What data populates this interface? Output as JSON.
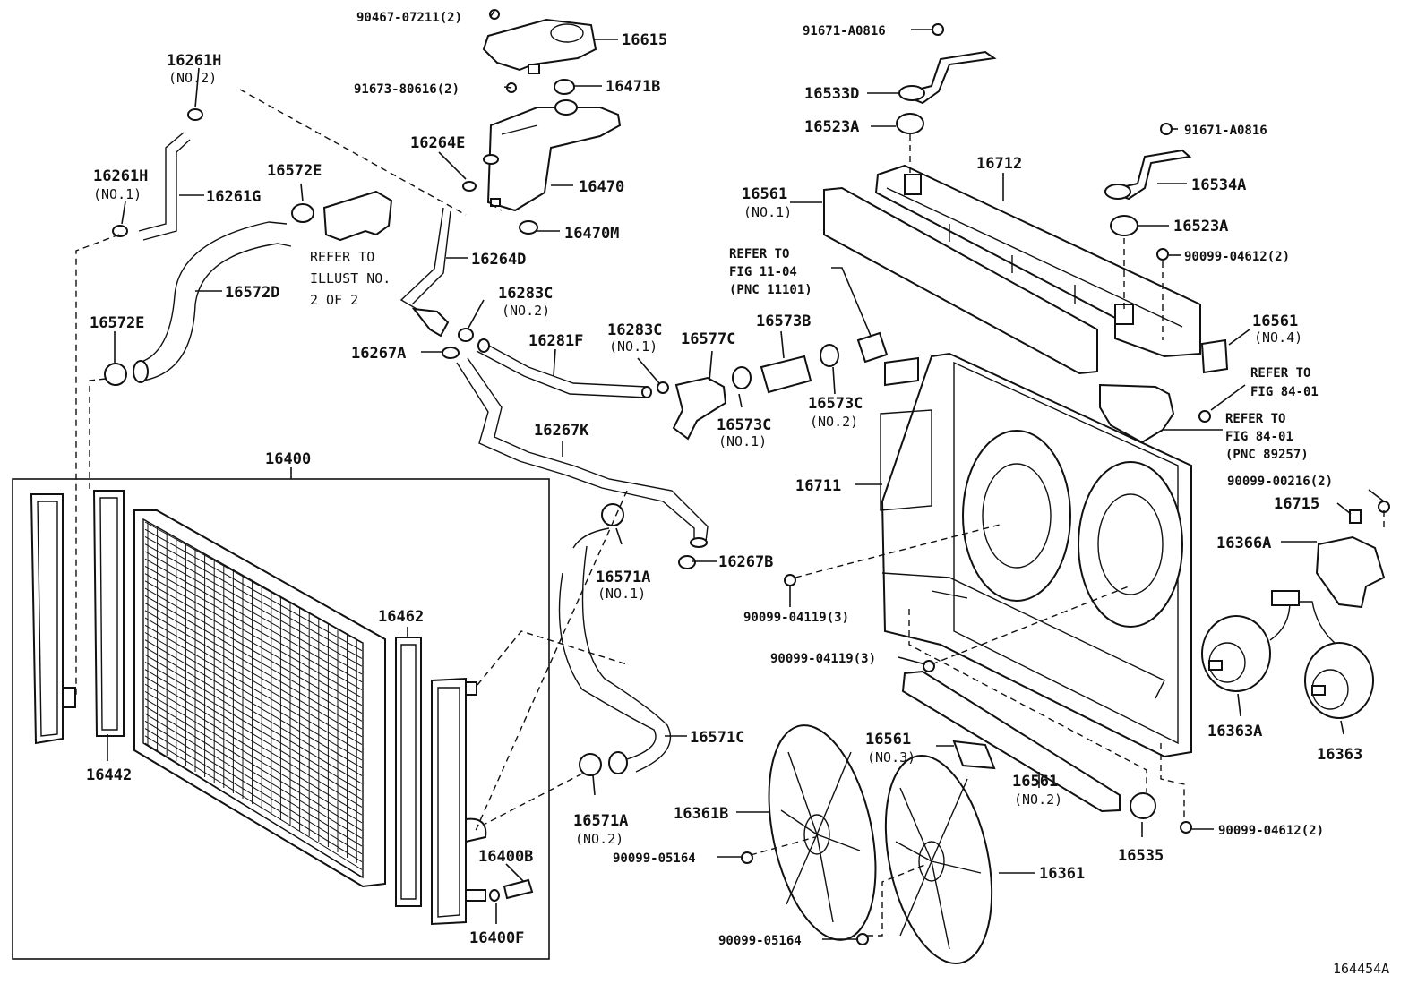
{
  "diagram_id": "164454A",
  "box_label": "16400",
  "labels": [
    {
      "id": "l-90467",
      "text": "90467-07211(2)"
    },
    {
      "id": "l-16615",
      "text": "16615"
    },
    {
      "id": "l-91673",
      "text": "91673-80616(2)"
    },
    {
      "id": "l-16471B",
      "text": "16471B"
    },
    {
      "id": "l-16261H2",
      "text": "16261H"
    },
    {
      "id": "l-16261H2n",
      "text": "(NO.2)"
    },
    {
      "id": "l-16264E",
      "text": "16264E"
    },
    {
      "id": "l-16470",
      "text": "16470"
    },
    {
      "id": "l-16261H1",
      "text": "16261H"
    },
    {
      "id": "l-16261H1n",
      "text": "(NO.1)"
    },
    {
      "id": "l-16572E1",
      "text": "16572E"
    },
    {
      "id": "l-16261G",
      "text": "16261G"
    },
    {
      "id": "l-16470M",
      "text": "16470M"
    },
    {
      "id": "l-refer1a",
      "text": "REFER TO"
    },
    {
      "id": "l-refer1b",
      "text": "ILLUST NO."
    },
    {
      "id": "l-refer1c",
      "text": "2 OF 2"
    },
    {
      "id": "l-16264D",
      "text": "16264D"
    },
    {
      "id": "l-16572D",
      "text": "16572D"
    },
    {
      "id": "l-16283C2",
      "text": "16283C"
    },
    {
      "id": "l-16283C2n",
      "text": "(NO.2)"
    },
    {
      "id": "l-16572E2",
      "text": "16572E"
    },
    {
      "id": "l-16267A",
      "text": "16267A"
    },
    {
      "id": "l-16281F",
      "text": "16281F"
    },
    {
      "id": "l-16283C1",
      "text": "16283C"
    },
    {
      "id": "l-16283C1n",
      "text": "(NO.1)"
    },
    {
      "id": "l-16577C",
      "text": "16577C"
    },
    {
      "id": "l-16573B",
      "text": "16573B"
    },
    {
      "id": "l-refer2a",
      "text": "REFER TO"
    },
    {
      "id": "l-refer2b",
      "text": "FIG 11-04"
    },
    {
      "id": "l-refer2c",
      "text": "(PNC 11101)"
    },
    {
      "id": "l-16573C1",
      "text": "16573C"
    },
    {
      "id": "l-16573C1n",
      "text": "(NO.1)"
    },
    {
      "id": "l-16573C2",
      "text": "16573C"
    },
    {
      "id": "l-16573C2n",
      "text": "(NO.2)"
    },
    {
      "id": "l-16267K",
      "text": "16267K"
    },
    {
      "id": "l-16571A1",
      "text": "16571A"
    },
    {
      "id": "l-16571A1n",
      "text": "(NO.1)"
    },
    {
      "id": "l-16267B",
      "text": "16267B"
    },
    {
      "id": "l-16462",
      "text": "16462"
    },
    {
      "id": "l-16442",
      "text": "16442"
    },
    {
      "id": "l-16571C",
      "text": "16571C"
    },
    {
      "id": "l-16571A2",
      "text": "16571A"
    },
    {
      "id": "l-16571A2n",
      "text": "(NO.2)"
    },
    {
      "id": "l-16400B",
      "text": "16400B"
    },
    {
      "id": "l-16400F",
      "text": "16400F"
    },
    {
      "id": "l-91671a",
      "text": "91671-A0816"
    },
    {
      "id": "l-16533D",
      "text": "16533D"
    },
    {
      "id": "l-16523A1",
      "text": "16523A"
    },
    {
      "id": "l-91671b",
      "text": "91671-A0816"
    },
    {
      "id": "l-16712",
      "text": "16712"
    },
    {
      "id": "l-16534A",
      "text": "16534A"
    },
    {
      "id": "l-16561-1",
      "text": "16561"
    },
    {
      "id": "l-16561-1n",
      "text": "(NO.1)"
    },
    {
      "id": "l-16523A2",
      "text": "16523A"
    },
    {
      "id": "l-90099-04612a",
      "text": "90099-04612(2)"
    },
    {
      "id": "l-16561-4",
      "text": "16561"
    },
    {
      "id": "l-16561-4n",
      "text": "(NO.4)"
    },
    {
      "id": "l-refer3a",
      "text": "REFER TO"
    },
    {
      "id": "l-refer3b",
      "text": "FIG 84-01"
    },
    {
      "id": "l-refer4a",
      "text": "REFER TO"
    },
    {
      "id": "l-refer4b",
      "text": "FIG 84-01"
    },
    {
      "id": "l-refer4c",
      "text": "(PNC 89257)"
    },
    {
      "id": "l-90099-00216",
      "text": "90099-00216(2)"
    },
    {
      "id": "l-16715",
      "text": "16715"
    },
    {
      "id": "l-16711",
      "text": "16711"
    },
    {
      "id": "l-16366A",
      "text": "16366A"
    },
    {
      "id": "l-90099-04119a",
      "text": "90099-04119(3)"
    },
    {
      "id": "l-90099-04119b",
      "text": "90099-04119(3)"
    },
    {
      "id": "l-16363A",
      "text": "16363A"
    },
    {
      "id": "l-16363",
      "text": "16363"
    },
    {
      "id": "l-16561-3",
      "text": "16561"
    },
    {
      "id": "l-16561-3n",
      "text": "(NO.3)"
    },
    {
      "id": "l-16361B",
      "text": "16361B"
    },
    {
      "id": "l-16561-2",
      "text": "16561"
    },
    {
      "id": "l-16561-2n",
      "text": "(NO.2)"
    },
    {
      "id": "l-90099-05164a",
      "text": "90099-05164"
    },
    {
      "id": "l-90099-04612b",
      "text": "90099-04612(2)"
    },
    {
      "id": "l-16535",
      "text": "16535"
    },
    {
      "id": "l-16361",
      "text": "16361"
    },
    {
      "id": "l-90099-05164b",
      "text": "90099-05164"
    }
  ]
}
